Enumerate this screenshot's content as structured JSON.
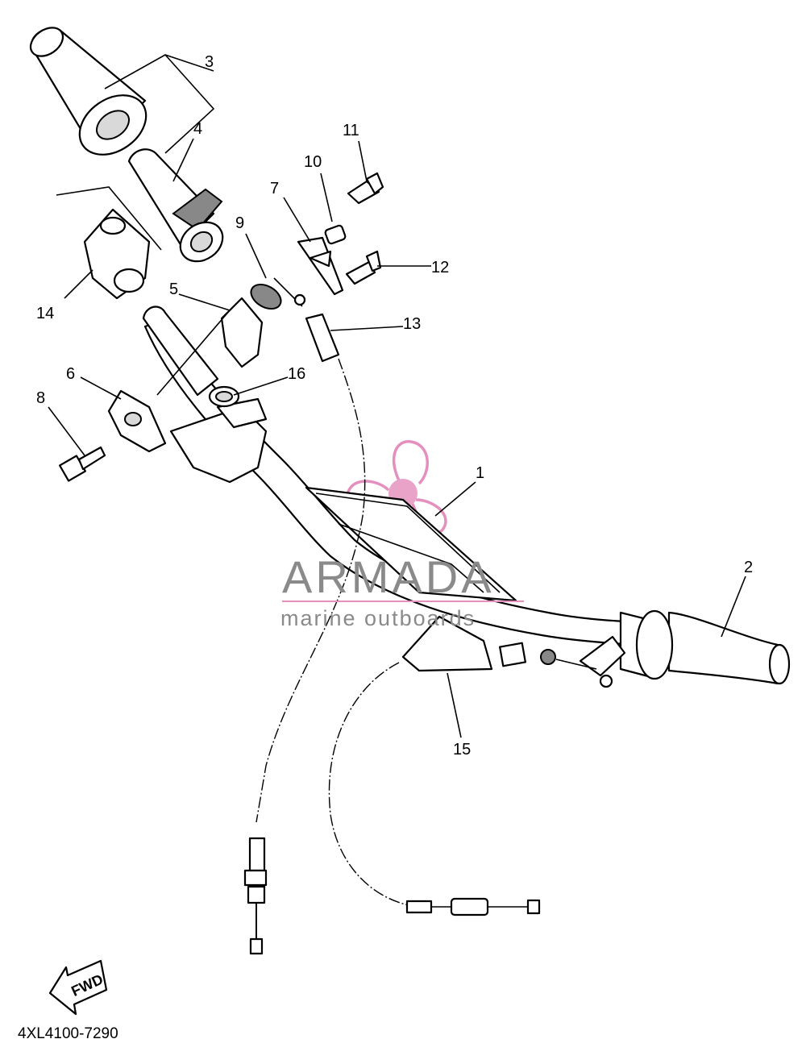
{
  "diagram_code": "4XL4100-7290",
  "fwd_label": "FWD",
  "watermark": {
    "brand": "ARMADA",
    "tagline": "marine outboards",
    "color": "#e58fbf"
  },
  "callouts": [
    {
      "id": "1",
      "label": "1"
    },
    {
      "id": "2",
      "label": "2"
    },
    {
      "id": "3",
      "label": "3"
    },
    {
      "id": "4",
      "label": "4"
    },
    {
      "id": "5",
      "label": "5"
    },
    {
      "id": "6",
      "label": "6"
    },
    {
      "id": "7",
      "label": "7"
    },
    {
      "id": "8",
      "label": "8"
    },
    {
      "id": "9",
      "label": "9"
    },
    {
      "id": "10",
      "label": "10"
    },
    {
      "id": "11",
      "label": "11"
    },
    {
      "id": "12",
      "label": "12"
    },
    {
      "id": "13",
      "label": "13"
    },
    {
      "id": "14",
      "label": "14"
    },
    {
      "id": "15",
      "label": "15"
    },
    {
      "id": "16",
      "label": "16"
    }
  ]
}
